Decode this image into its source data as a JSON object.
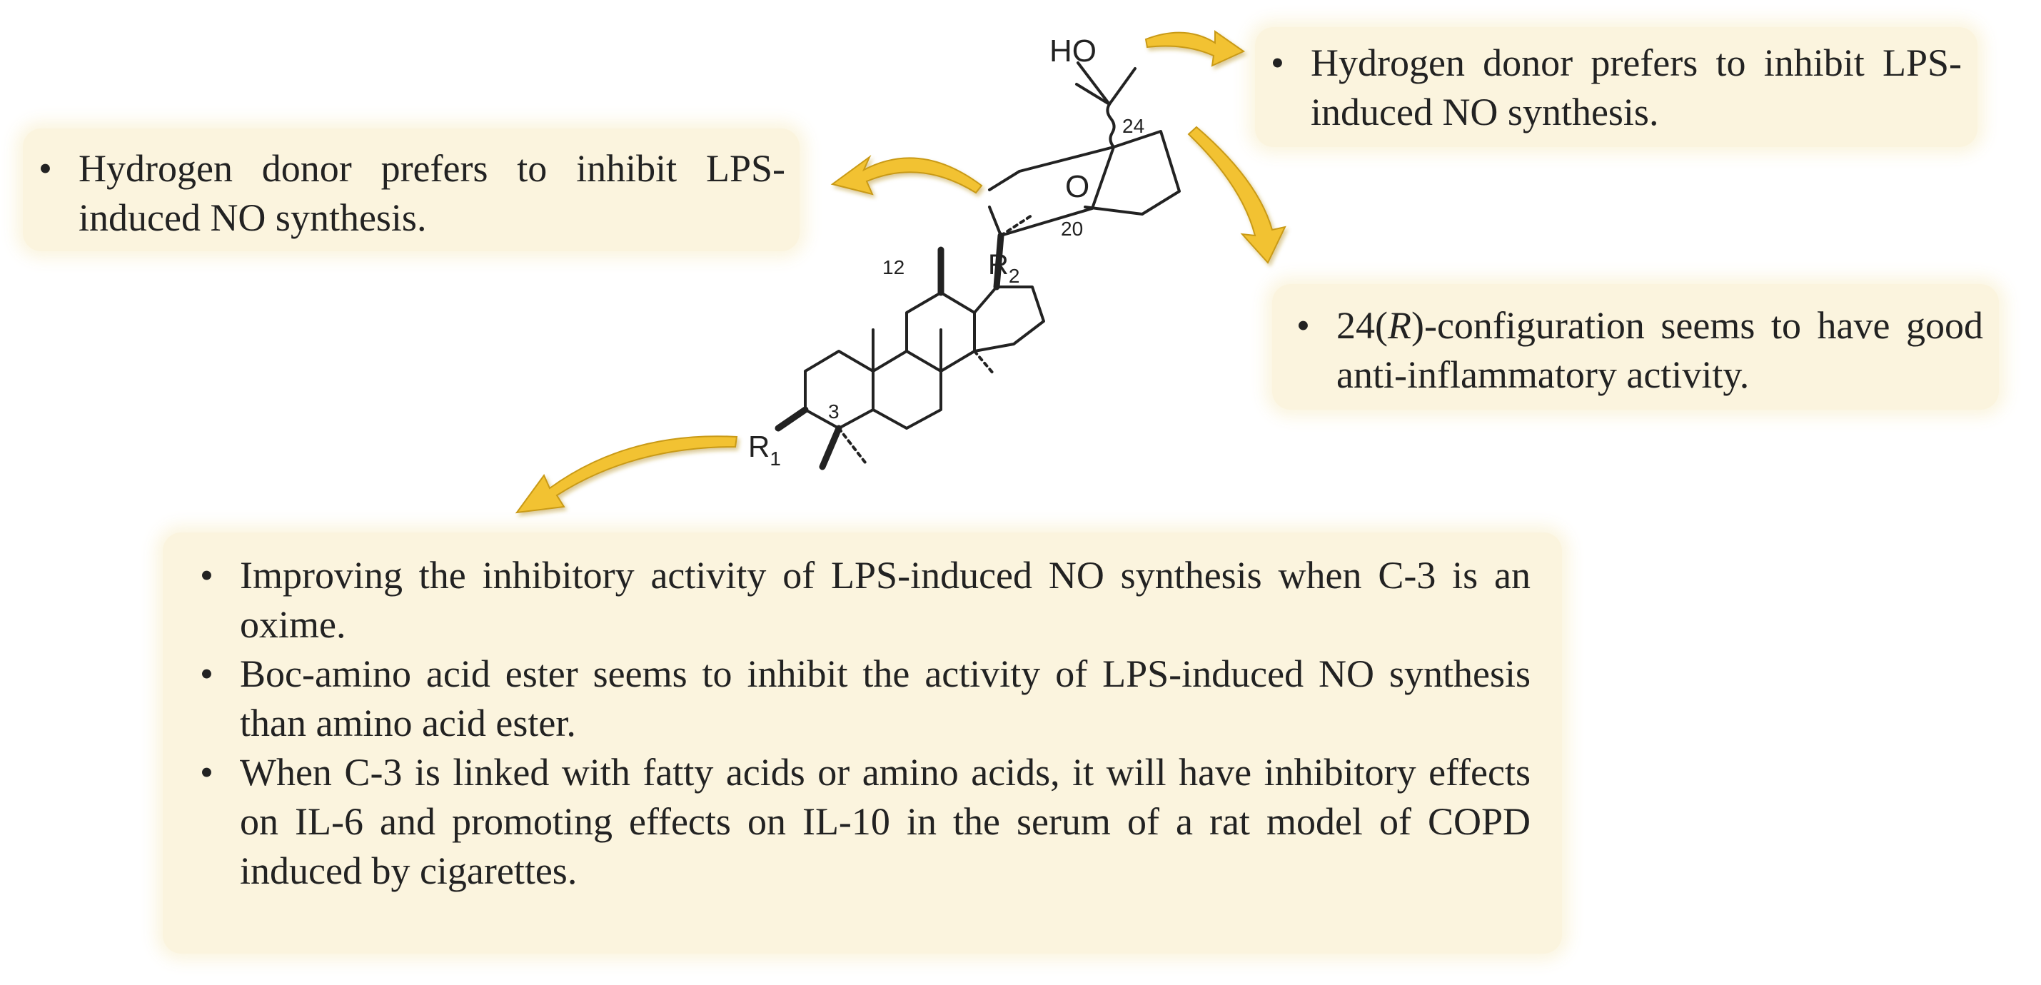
{
  "notes": {
    "top_right": [
      "Hydrogen donor prefers to inhibit LPS-induced NO synthesis."
    ],
    "top_left": [
      "Hydrogen donor prefers to inhibit LPS-induced NO synthesis."
    ],
    "right": {
      "prefix": "24(",
      "italic": "R",
      "suffix": ")-configuration seems to have good anti-inflammatory activity."
    },
    "bottom": [
      "Improving the inhibitory activity of LPS-induced NO synthesis when C-3 is an oxime.",
      "Boc-amino acid ester seems to inhibit the activity of LPS-induced NO synthesis than amino acid ester.",
      "When C-3 is linked with fatty acids or amino acids, it will have inhibitory effects on IL-6 and promoting effects on IL-10 in the serum of a rat model of COPD induced by cigarettes."
    ]
  },
  "structure_labels": {
    "ho": "HO",
    "oxygen": "O",
    "r2": "R",
    "r2_sub": "2",
    "r1": "R",
    "r1_sub": "1",
    "c24": "24",
    "c20": "20",
    "c12": "12",
    "c3": "3"
  },
  "colors": {
    "note_background": "#fbf4de",
    "arrow_fill": "#f2c233",
    "bond": "#222222"
  }
}
